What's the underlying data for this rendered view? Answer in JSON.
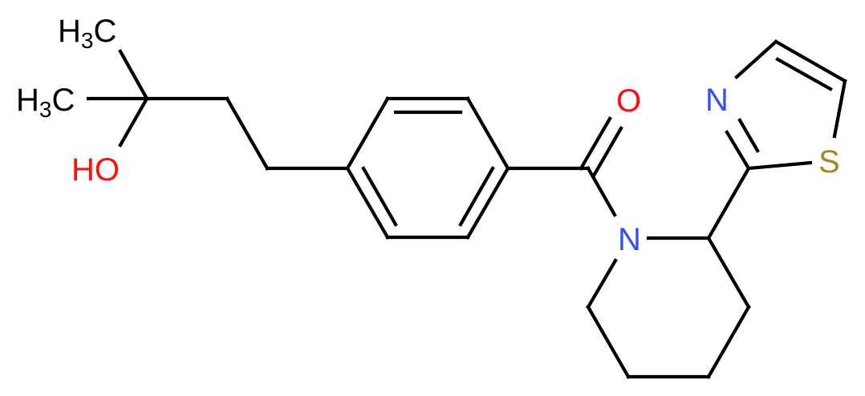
{
  "molecule": {
    "description": "4-(3-hydroxy-3-methylbutyl)phenyl (2-(1,3-thiazol-2-yl)piperidin-1-yl) methanone",
    "atoms": {
      "methyl_top": {
        "text": "H",
        "sub": "3",
        "tail": "C",
        "color": "#000000"
      },
      "methyl_left": {
        "text": "H",
        "sub": "3",
        "tail": "C",
        "color": "#000000"
      },
      "hydroxyl": {
        "text": "HO",
        "color": "#ff0d0d"
      },
      "carbonyl_oxygen": {
        "text": "O",
        "color": "#ff0d0d"
      },
      "piperidine_nitrogen": {
        "text": "N",
        "color": "#3050f8"
      },
      "thiazole_nitrogen": {
        "text": "N",
        "color": "#3050f8"
      },
      "thiazole_sulfur": {
        "text": "S",
        "color": "#b8860b"
      }
    },
    "colors": {
      "bond": "#000000",
      "oxygen": "#ff0d0d",
      "nitrogen": "#3050f8",
      "sulfur": "#a88420",
      "background": "#ffffff"
    }
  }
}
